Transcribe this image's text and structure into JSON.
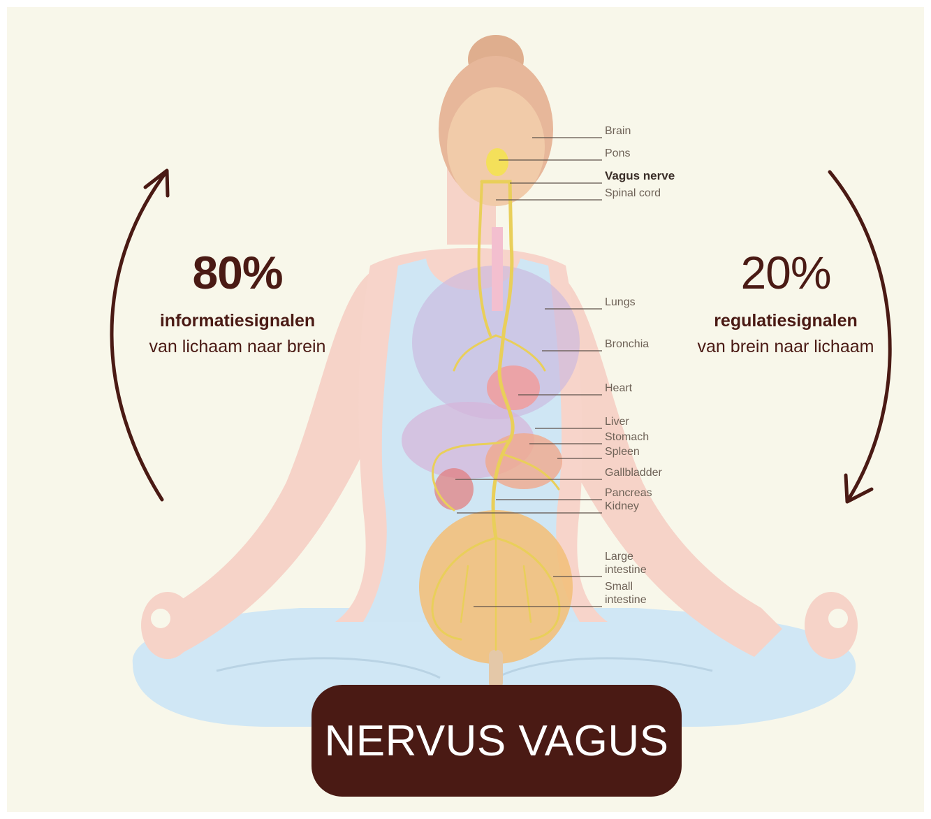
{
  "left_stat": {
    "percentage": "80%",
    "signal_type": "informatiesignalen",
    "direction": "van lichaam naar brein"
  },
  "right_stat": {
    "percentage": "20%",
    "signal_type": "regulatiesignalen",
    "direction": "van brein naar lichaam"
  },
  "organ_labels": {
    "brain": "Brain",
    "pons": "Pons",
    "vagus_nerve": "Vagus nerve",
    "spinal_cord": "Spinal cord",
    "lungs": "Lungs",
    "bronchia": "Bronchia",
    "heart": "Heart",
    "liver": "Liver",
    "stomach": "Stomach",
    "spleen": "Spleen",
    "gallbladder": "Gallbladder",
    "pancreas": "Pancreas",
    "kidney": "Kidney",
    "large_intestine_1": "Large",
    "large_intestine_2": "intestine",
    "small_intestine_1": "Small",
    "small_intestine_2": "intestine"
  },
  "title": "NERVUS VAGUS",
  "colors": {
    "background": "#f8f7ea",
    "accent_brown": "#4a1a14",
    "skin": "#f6cfc4",
    "clothing": "#cfe6f4",
    "nerve": "#e9cf5a"
  }
}
